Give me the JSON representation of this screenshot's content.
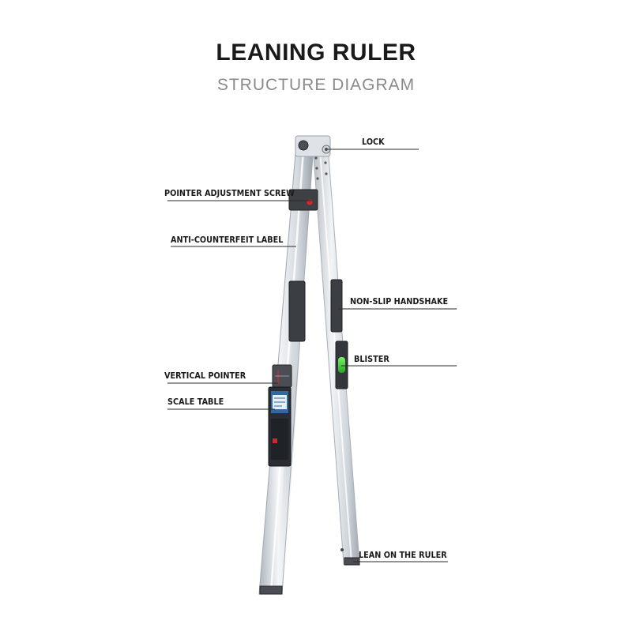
{
  "header": {
    "title": "LEANING RULER",
    "subtitle": "STRUCTURE DIAGRAM"
  },
  "labels": {
    "lock": "LOCK",
    "pointer_adjustment_screw": "POINTER ADJUSTMENT SCREW",
    "anti_counterfeit_label": "ANTI-COUNTERFEIT LABEL",
    "non_slip_handshake": "NON-SLIP HANDSHAKE",
    "blister": "BLISTER",
    "vertical_pointer": "VERTICAL POINTER",
    "scale_table": "SCALE TABLE",
    "lean_on_the_ruler": "LEAN ON THE RULER"
  },
  "colors": {
    "aluminum_light": "#eef1f4",
    "aluminum_mid": "#c9cfd6",
    "aluminum_dark": "#9aa2ab",
    "bubble_green": "#3fcc3a",
    "label_blue": "#2f6aa8",
    "screw_red": "#d8242a"
  }
}
